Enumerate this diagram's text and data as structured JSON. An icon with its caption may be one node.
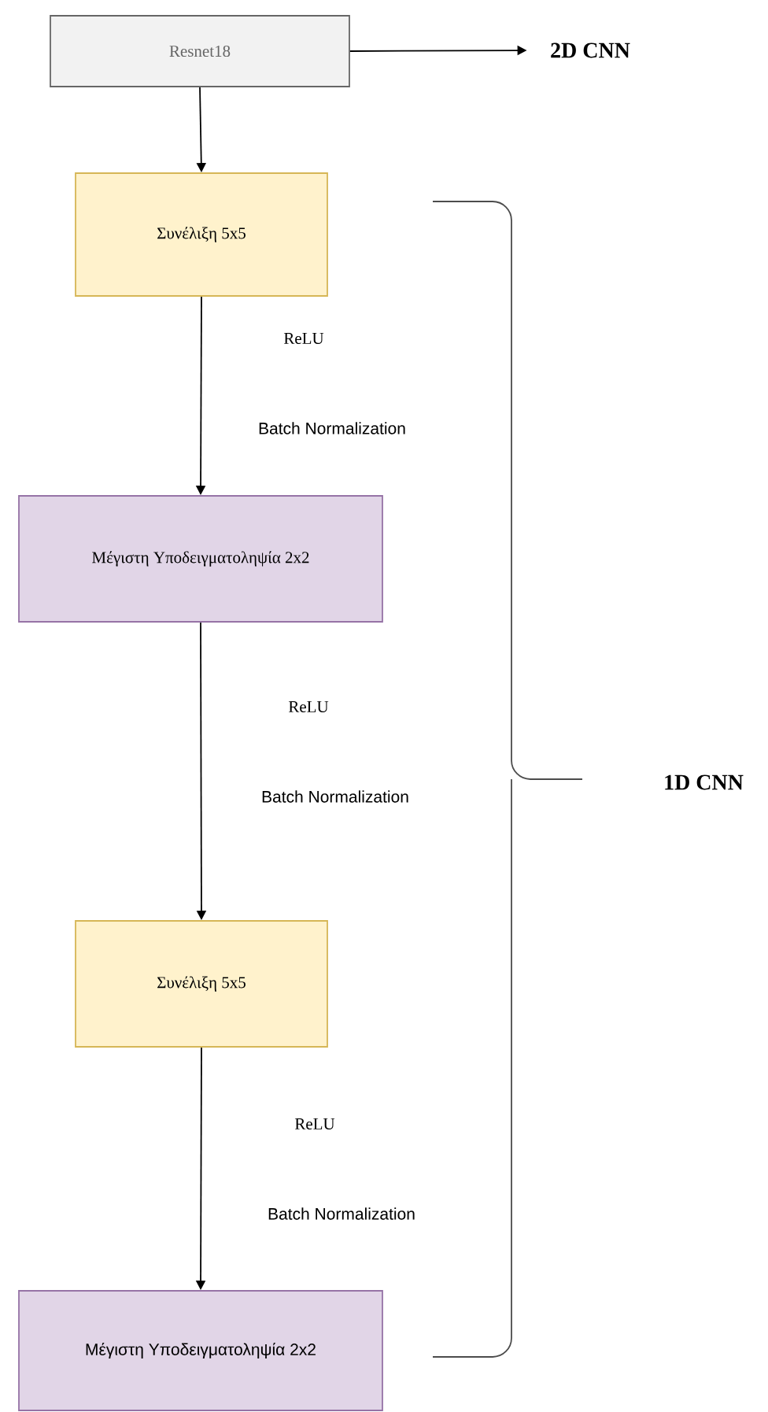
{
  "diagram": {
    "nodes": [
      {
        "text": [
          "Resnet18"
        ]
      },
      {
        "text": [
          "2D CNN"
        ]
      },
      {
        "text": [
          "Συνέλιξη 5x5"
        ]
      },
      {
        "text": [
          "Μέγιστη Υποδειγματοληψία 2x2"
        ]
      },
      {
        "text": [
          "Συνέλιξη 5x5"
        ]
      },
      {
        "text": [
          "Μέγιστη Υποδειγματοληψία 2x2"
        ]
      }
    ],
    "edges": [
      {
        "from": 0,
        "to": 1,
        "arrow": "to"
      },
      {
        "from": 0,
        "to": 2,
        "arrow": "to"
      },
      {
        "from": 2,
        "to": 3,
        "arrow": "to"
      },
      {
        "from": 3,
        "to": 4,
        "arrow": "to"
      },
      {
        "from": 4,
        "to": 5,
        "arrow": "to"
      }
    ],
    "labels": [
      "ReLU",
      "Batch Normalization",
      "ReLU",
      "Batch Normalization",
      "ReLU",
      "Batch Normalization",
      "1D CNN"
    ]
  }
}
